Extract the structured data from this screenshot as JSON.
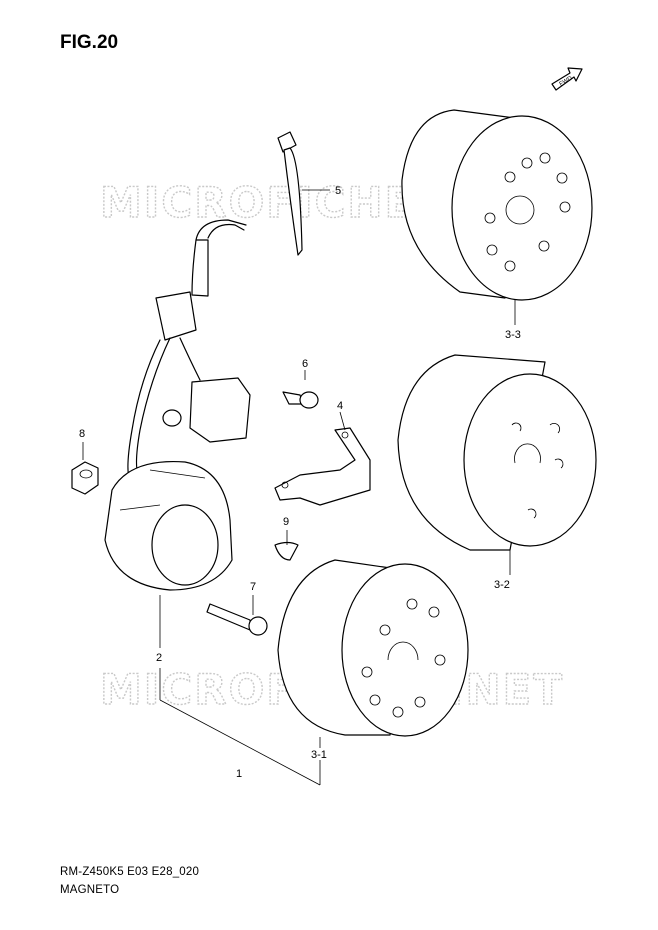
{
  "figure": {
    "title": "FIG.20",
    "model_code": "RM-Z450K5 E03 E28_020",
    "group_name": "MAGNETO",
    "watermark": "MICROFICHES.NET",
    "fwd_label": "FWD"
  },
  "callouts": [
    {
      "id": "1",
      "label": "1"
    },
    {
      "id": "2",
      "label": "2"
    },
    {
      "id": "3-1",
      "label": "3-1"
    },
    {
      "id": "3-2",
      "label": "3-2"
    },
    {
      "id": "3-3",
      "label": "3-3"
    },
    {
      "id": "4",
      "label": "4"
    },
    {
      "id": "5",
      "label": "5"
    },
    {
      "id": "6",
      "label": "6"
    },
    {
      "id": "7",
      "label": "7"
    },
    {
      "id": "8",
      "label": "8"
    },
    {
      "id": "9",
      "label": "9"
    }
  ]
}
